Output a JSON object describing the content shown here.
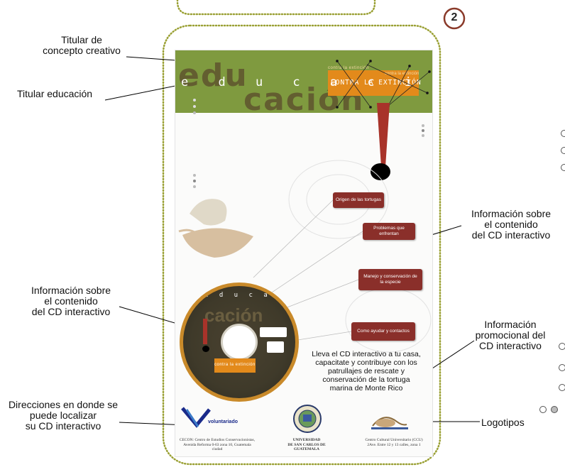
{
  "step_number": "2",
  "annotations": {
    "titular_concepto": "Titular de\nconcepto creativo",
    "titular_educacion": "Titular educación",
    "info_cd_right": "Información sobre\nel contenido\ndel CD interactivo",
    "info_cd_left": "Información sobre\nel contenido\ndel CD interactivo",
    "info_promocional": "Información\npromocional del\nCD interactivo",
    "direcciones": "Direcciones en donde se\npuede localizar\nsu CD interactivo",
    "logotipos": "Logotipos"
  },
  "poster": {
    "headline_edu": "e d u c a c i ó n",
    "headline_concept": "CONTRA LA EXTINCIÓN",
    "faint_concept": "contra la extinción",
    "faint_concept_2": "contra la extinción",
    "buttons": [
      "Origen de las tortugas",
      "Problemas que enfrentan",
      "Manejo y conservación de la especie",
      "Como ayudar y contactos"
    ],
    "cd_edu": "e d u c a c i ó n",
    "cd_concept": "contra la extinción",
    "promo_text": "Lleva el CD interactivo a tu casa, capacitate y contribuye con los patrullajes de rescate y conservación de la tortuga marina de Monte Rico",
    "logo_left_name": "voluntariado",
    "footer_left": "CECON:  Centro de Estudios Conservacionistas,\nAvenida Reforma 0-63 zona 10, Guatemala ciudad",
    "footer_center": "UNIVERSIDAD\nDE SAN CARLOS DE GUATEMALA",
    "footer_right": "Centro Cultural Universitario (CCU)\n2Ave. Entre 12 y 13 calles, zona 1"
  },
  "colors": {
    "banner_green": "#7f9a3f",
    "accent_orange": "#e38a1b",
    "button_red": "#8a2f2a",
    "dotted_border": "#9aa034"
  }
}
